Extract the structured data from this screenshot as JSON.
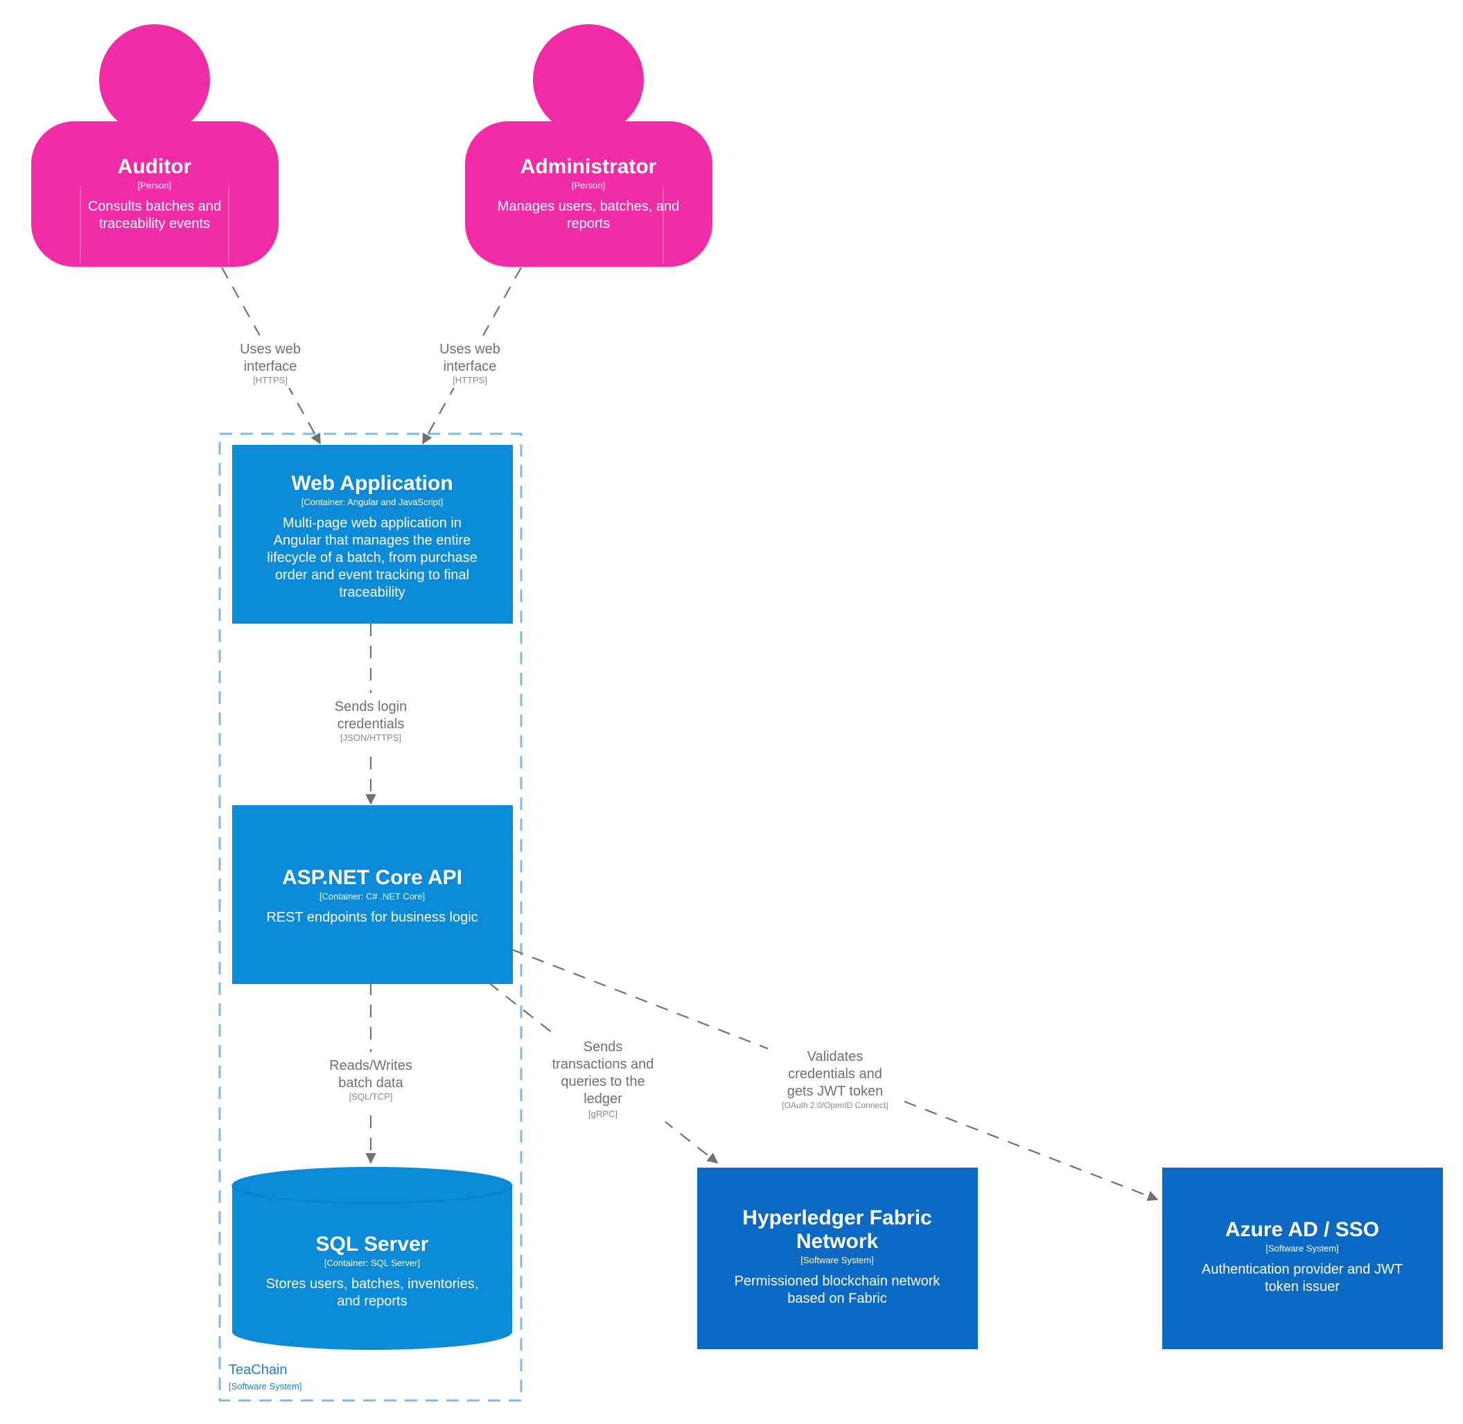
{
  "colors": {
    "person": "#f02ca6",
    "container": "#0b8ad8",
    "external": "#0b69c4",
    "boundary": "#7fb8e6",
    "boundary_text": "#1f7fc9",
    "relationship": "#707070"
  },
  "people": [
    {
      "name": "Auditor",
      "type": "[Person]",
      "description": [
        "Consults batches and",
        "traceability events"
      ]
    },
    {
      "name": "Administrator",
      "type": "[Person]",
      "description": [
        "Manages users, batches, and",
        "reports"
      ]
    }
  ],
  "system_boundary": {
    "name": "TeaChain",
    "type": "[Software System]"
  },
  "containers": [
    {
      "name": "Web Application",
      "type": "[Container: Angular and JavaScript]",
      "description": [
        "Multi-page web application in",
        "Angular that manages the entire",
        "lifecycle of a batch, from purchase",
        "order and event tracking to final",
        "traceability"
      ]
    },
    {
      "name": "ASP.NET Core API",
      "type": "[Container: C# .NET Core]",
      "description": [
        "REST endpoints for business logic"
      ]
    },
    {
      "name": "SQL Server",
      "type": "[Container: SQL Server]",
      "description": [
        "Stores users, batches, inventories,",
        "and reports"
      ]
    }
  ],
  "external_systems": [
    {
      "name": [
        "Hyperledger Fabric",
        "Network"
      ],
      "type": "[Software System]",
      "description": [
        "Permissioned blockchain network",
        "based on Fabric"
      ]
    },
    {
      "name": [
        "Azure AD / SSO"
      ],
      "type": "[Software System]",
      "description": [
        "Authentication provider and JWT",
        "token issuer"
      ]
    }
  ],
  "relationships": [
    {
      "from": "Auditor",
      "to": "Web Application",
      "label": [
        "Uses web",
        "interface"
      ],
      "technology": "[HTTPS]"
    },
    {
      "from": "Administrator",
      "to": "Web Application",
      "label": [
        "Uses web",
        "interface"
      ],
      "technology": "[HTTPS]"
    },
    {
      "from": "Web Application",
      "to": "ASP.NET Core API",
      "label": [
        "Sends login",
        "credentials"
      ],
      "technology": "[JSON/HTTPS]"
    },
    {
      "from": "ASP.NET Core API",
      "to": "SQL Server",
      "label": [
        "Reads/Writes",
        "batch data"
      ],
      "technology": "[SQL/TCP]"
    },
    {
      "from": "ASP.NET Core API",
      "to": "Hyperledger Fabric Network",
      "label": [
        "Sends",
        "transactions and",
        "queries to the",
        "ledger"
      ],
      "technology": "[gRPC]"
    },
    {
      "from": "ASP.NET Core API",
      "to": "Azure AD / SSO",
      "label": [
        "Validates",
        "credentials and",
        "gets JWT token"
      ],
      "technology": "[OAuth 2.0/OpenID Connect]"
    }
  ]
}
